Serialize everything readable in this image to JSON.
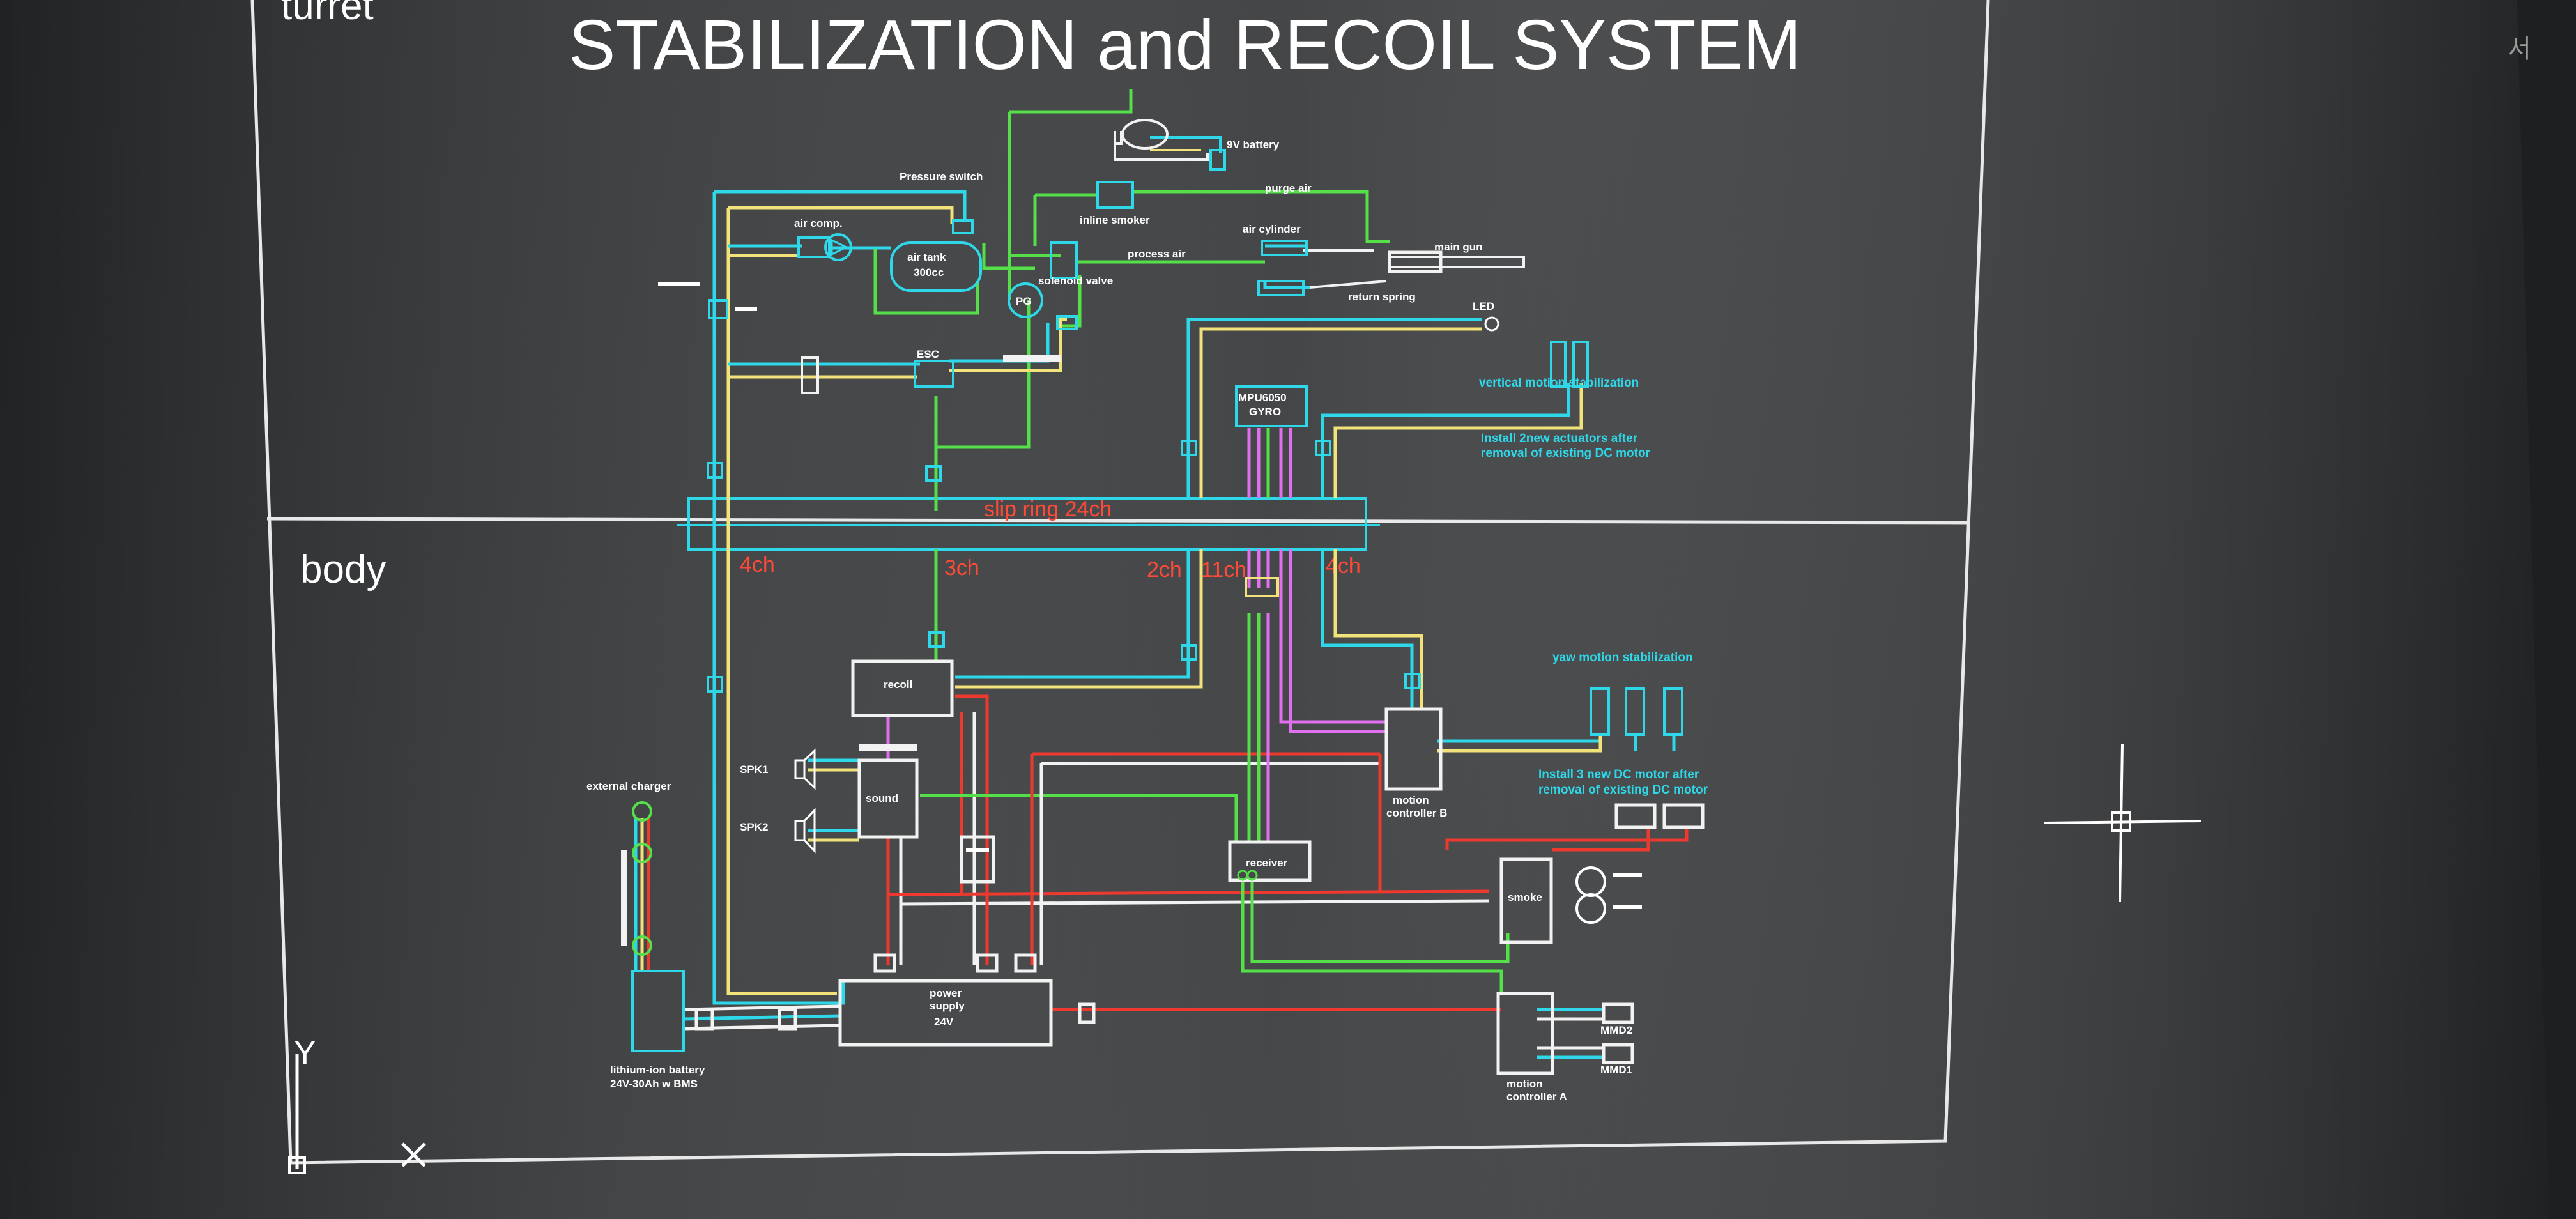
{
  "title": "STABILIZATION and RECOIL SYSTEM",
  "sections": {
    "turret": "turret",
    "body": "body"
  },
  "slip_ring": {
    "label": "slip ring 24ch",
    "channels": [
      "4ch",
      "3ch",
      "2ch",
      "11ch",
      "4ch"
    ]
  },
  "components": {
    "pressure_switch": "Pressure switch",
    "battery_9v": "9V battery",
    "inline_smoker": "inline smoker",
    "purge_air": "purge air",
    "air_comp": "air comp.",
    "air_tank_line1": "air tank",
    "air_tank_line2": "300cc",
    "pg": "PG",
    "solenoid_valve": "solenoid valve",
    "process_air": "process air",
    "air_cylinder": "air cylinder",
    "main_gun": "main gun",
    "return_spring": "return spring",
    "led": "LED",
    "esc": "ESC",
    "gyro_line1": "MPU6050",
    "gyro_line2": "GYRO",
    "vertical_stab": "vertical motion stabilization",
    "vertical_note_1": "Install 2new actuators after",
    "vertical_note_2": "removal of existing DC motor",
    "recoil": "recoil",
    "sound": "sound",
    "spk1": "SPK1",
    "spk2": "SPK2",
    "external_charger": "external charger",
    "receiver": "receiver",
    "motion_controller_b_1": "motion",
    "motion_controller_b_2": "controller B",
    "yaw_stab": "yaw motion stabilization",
    "yaw_note_1": "Install 3 new DC motor after",
    "yaw_note_2": "removal of existing DC motor",
    "smoke": "smoke",
    "power_supply_1": "power",
    "power_supply_2": "supply",
    "power_supply_3": "24V",
    "battery_1": "lithium-ion battery",
    "battery_2": "24V-30Ah w BMS",
    "mmd2": "MMD2",
    "mmd1": "MMD1",
    "motion_controller_a_1": "motion",
    "motion_controller_a_2": "controller A"
  },
  "axes": {
    "y": "Y",
    "x": "X"
  },
  "corner_glyph": "서",
  "colors": {
    "white": "#f2f2f2",
    "cyan": "#2fd8e8",
    "yellow": "#f2e27a",
    "green": "#55e04a",
    "red": "#ee3a2e",
    "magenta": "#e070f0"
  }
}
